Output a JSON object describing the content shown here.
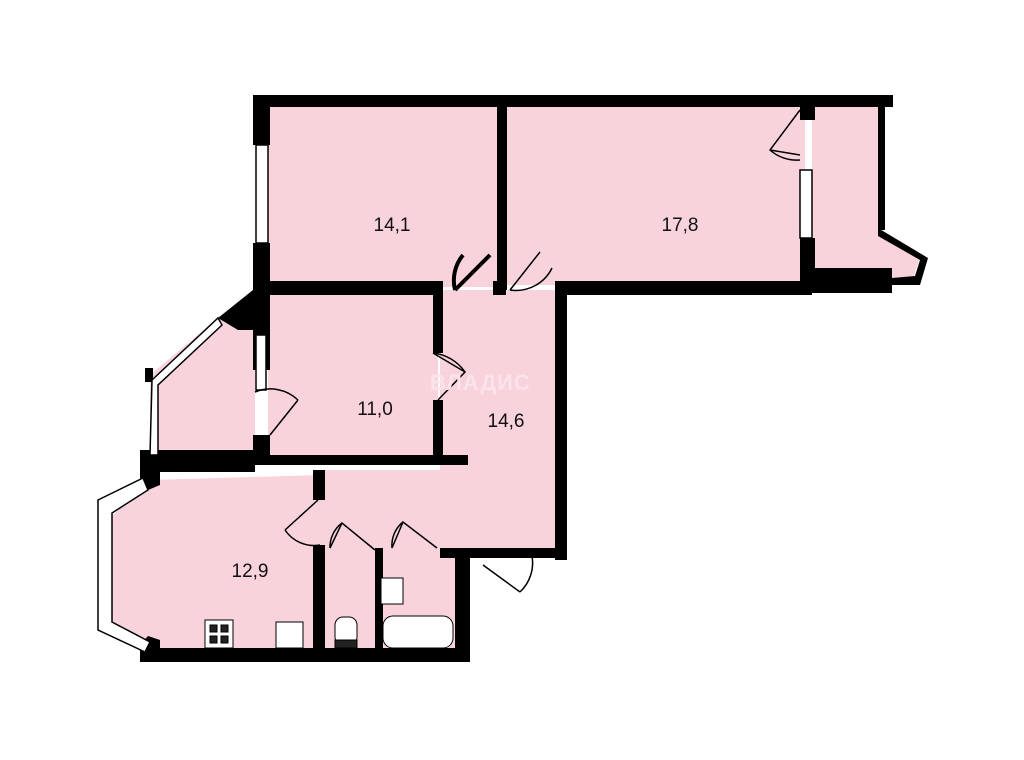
{
  "plan": {
    "rooms": [
      {
        "id": "room-1",
        "area": "14,1"
      },
      {
        "id": "room-2",
        "area": "17,8"
      },
      {
        "id": "room-3",
        "area": "11,0"
      },
      {
        "id": "hallway",
        "area": "14,6"
      },
      {
        "id": "kitchen",
        "area": "12,9"
      }
    ],
    "watermark": "ВЛАДИС",
    "colors": {
      "room_fill": "#f9d3dc",
      "wall": "#000000"
    }
  }
}
